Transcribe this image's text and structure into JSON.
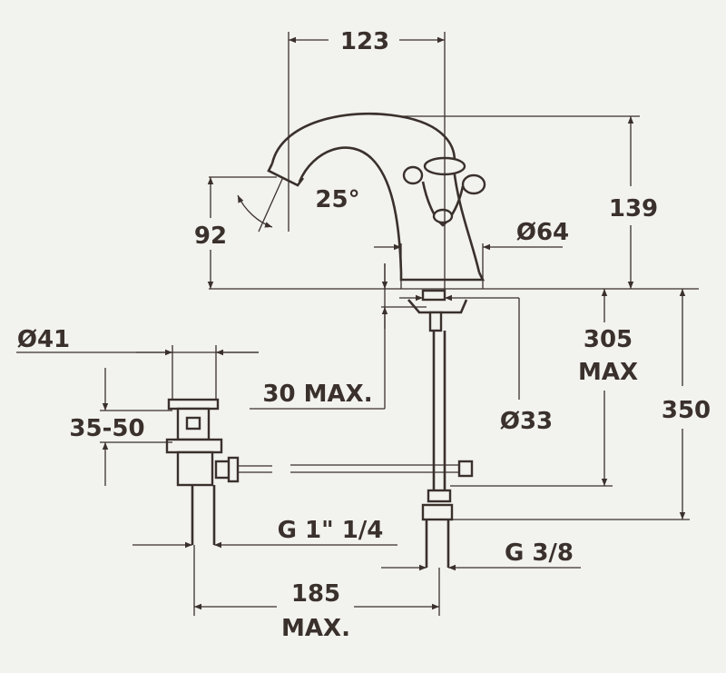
{
  "labels": {
    "width_123": "123",
    "height_139": "139",
    "height_92": "92",
    "angle_25": "25°",
    "dia_64": "Ø64",
    "dia_41": "Ø41",
    "range_35_50": "35-50",
    "max_30": "30 MAX.",
    "dia_33": "Ø33",
    "val_305": "305",
    "max_word": "MAX",
    "height_350": "350",
    "thread_g1": "G 1\" 1/4",
    "thread_g38": "G 3/8",
    "val_185": "185",
    "max_dot": "MAX."
  },
  "colors": {
    "line": "#3a302c",
    "background": "#f2f2ee"
  }
}
